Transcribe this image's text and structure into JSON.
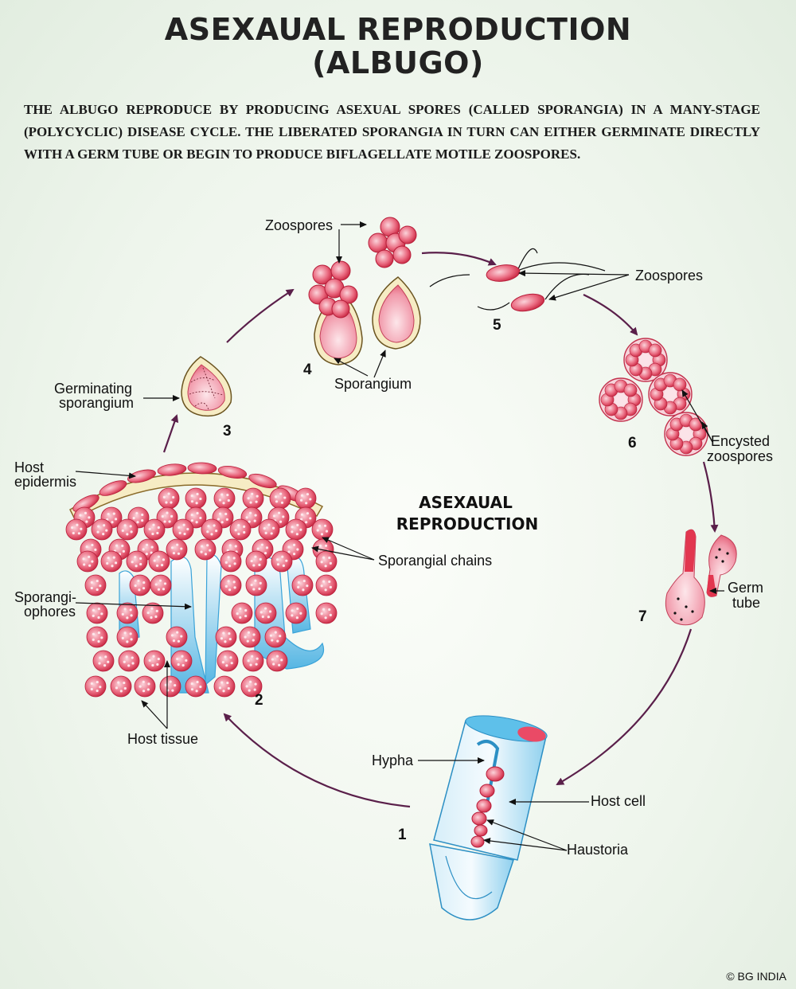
{
  "title": {
    "line1": "ASEXAUAL REPRODUCTION",
    "line2": "(ALBUGO)"
  },
  "description": "THE ALBUGO REPRODUCE BY PRODUCING ASEXUAL SPORES (CALLED SPORANGIA) IN A MANY-STAGE (POLYCYCLIC) DISEASE CYCLE. THE LIBERATED SPORANGIA IN TURN CAN EITHER GERMINATE DIRECTLY WITH A GERM TUBE OR BEGIN TO PRODUCE BIFLAGELLATE MOTILE ZOOSPORES.",
  "center_label": {
    "line1": "ASEXAUAL",
    "line2": "REPRODUCTION"
  },
  "stages": [
    "1",
    "2",
    "3",
    "4",
    "5",
    "6",
    "7"
  ],
  "labels": {
    "zoospores_top": "Zoospores",
    "zoospores_right": "Zoospores",
    "sporangium": "Sporangium",
    "germinating_1": "Germinating",
    "germinating_2": "sporangium",
    "host_epidermis_1": "Host",
    "host_epidermis_2": "epidermis",
    "sporangial_chains": "Sporangial chains",
    "sporangiophores_1": "Sporangi-",
    "sporangiophores_2": "ophores",
    "host_tissue": "Host tissue",
    "encysted_1": "Encysted",
    "encysted_2": "zoospores",
    "germ_1": "Germ",
    "germ_2": "tube",
    "hypha": "Hypha",
    "host_cell": "Host cell",
    "haustoria": "Haustoria"
  },
  "copyright": "© BG INDIA",
  "colors": {
    "cycle_arrow": "#5a1f4a",
    "spore": "#e0455f",
    "hypha": "#7cc8ea",
    "wall": "#f6ecc4"
  }
}
